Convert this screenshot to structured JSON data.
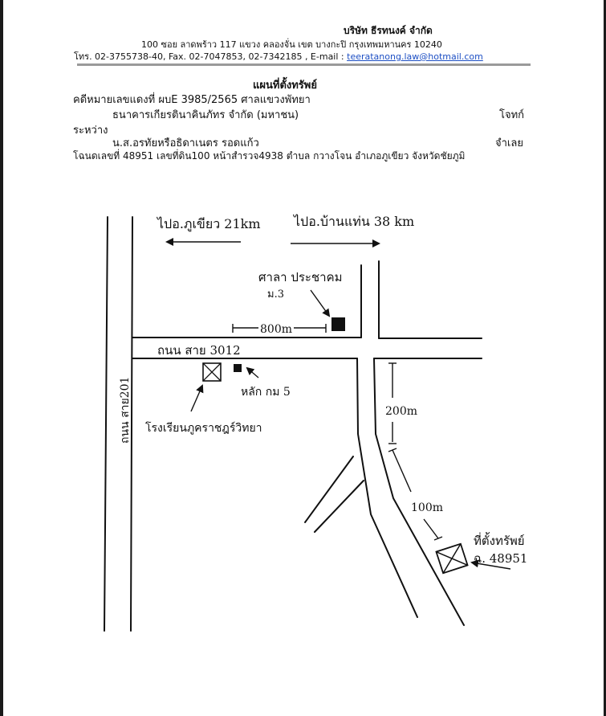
{
  "header": {
    "company": "บริษัท  ธีรทนงค์ จำกัด",
    "address": "100   ซอย ลาดพร้าว 117    แขวง คลองจั่น    เขต บางกะปิ   กรุงเทพมหานคร  10240",
    "contact_prefix": "โทร. 02-3755738-40, Fax.  02-7047853, 02-7342185 , E-mail : ",
    "email": "teeratanong.law@hotmail.com"
  },
  "document": {
    "title": "แผนที่ตั้งทรัพย์",
    "case_line": "คดีหมายเลขแดงที่ ผบE 3985/2565 ศาลแขวงพัทยา",
    "plaintiff": "ธนาคารเกียรตินาคินภัทร จำกัด (มหาชน)",
    "plaintiff_role": "โจทก์",
    "between": "ระหว่าง",
    "defendant": "น.ส.อรทัยหรือธิดาเนตร รอดแก้ว",
    "defendant_role": "จำเลย",
    "deed_line": "โฉนดเลขที่ 48951 เลขที่ดิน100 หน้าสำรวจ4938  ตำบล กวางโจน  อำเภอภูเขียว  จังหวัดชัยภูมิ"
  },
  "map": {
    "to_left": "ไปอ.ภูเขียว 21km",
    "to_right": "ไปอ.บ้านแท่น 38 km",
    "pavilion_line1": "ศาลา ประชาคม",
    "pavilion_line2": "ม.3",
    "dist_800": "800m",
    "road_3012": "ถนน สาย 3012",
    "road_201": "ถนน สาย201",
    "km_post": "หลัก กม 5",
    "school": "โรงเรียนภูคราชฎร์วิทยา",
    "dist_200": "200m",
    "dist_100": "100m",
    "property_line1": "ที่ตั้งทรัพย์",
    "property_line2": "ฉ. 48951"
  }
}
